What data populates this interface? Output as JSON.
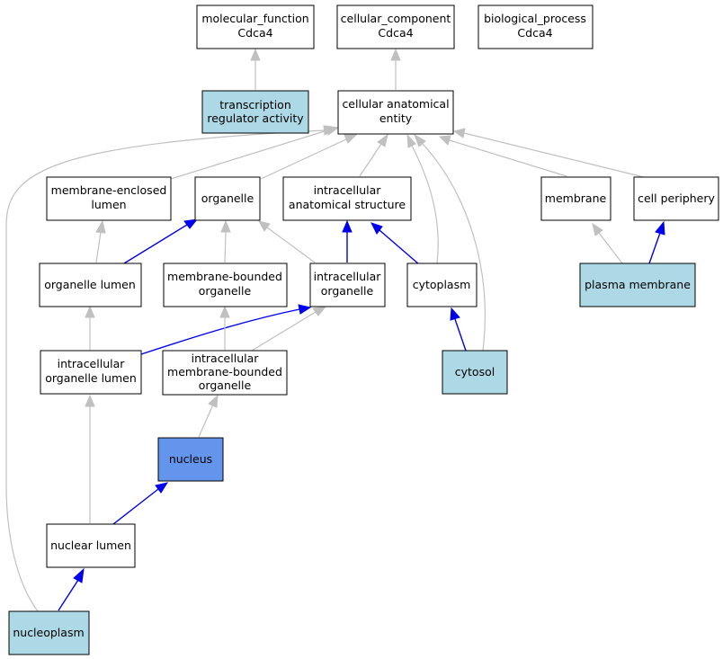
{
  "colors": {
    "default_fill": "#ffffff",
    "annotated_fill": "#add8e6",
    "focus_fill": "#6495ed",
    "is_a_edge": "#c0c0c0",
    "part_of_edge": "#0000ee"
  },
  "nodes": {
    "molecular_function": {
      "lines": [
        "molecular_function",
        "Cdca4"
      ],
      "fill": "default"
    },
    "cellular_component": {
      "lines": [
        "cellular_component",
        "Cdca4"
      ],
      "fill": "default"
    },
    "biological_process": {
      "lines": [
        "biological_process",
        "Cdca4"
      ],
      "fill": "default"
    },
    "transcription_regulator_activity": {
      "lines": [
        "transcription",
        "regulator activity"
      ],
      "fill": "annotated"
    },
    "cellular_anatomical_entity": {
      "lines": [
        "cellular anatomical",
        "entity"
      ],
      "fill": "default"
    },
    "membrane_enclosed_lumen": {
      "lines": [
        "membrane-enclosed",
        "lumen"
      ],
      "fill": "default"
    },
    "organelle": {
      "lines": [
        "organelle"
      ],
      "fill": "default"
    },
    "intracellular_anatomical_structure": {
      "lines": [
        "intracellular",
        "anatomical structure"
      ],
      "fill": "default"
    },
    "membrane": {
      "lines": [
        "membrane"
      ],
      "fill": "default"
    },
    "cell_periphery": {
      "lines": [
        "cell periphery"
      ],
      "fill": "default"
    },
    "organelle_lumen": {
      "lines": [
        "organelle lumen"
      ],
      "fill": "default"
    },
    "membrane_bounded_organelle": {
      "lines": [
        "membrane-bounded",
        "organelle"
      ],
      "fill": "default"
    },
    "intracellular_organelle": {
      "lines": [
        "intracellular",
        "organelle"
      ],
      "fill": "default"
    },
    "cytoplasm": {
      "lines": [
        "cytoplasm"
      ],
      "fill": "default"
    },
    "plasma_membrane": {
      "lines": [
        "plasma membrane"
      ],
      "fill": "annotated"
    },
    "intracellular_organelle_lumen": {
      "lines": [
        "intracellular",
        "organelle lumen"
      ],
      "fill": "default"
    },
    "intracellular_membrane_bounded_organelle": {
      "lines": [
        "intracellular",
        "membrane-bounded",
        "organelle"
      ],
      "fill": "default"
    },
    "cytosol": {
      "lines": [
        "cytosol"
      ],
      "fill": "annotated"
    },
    "nucleus": {
      "lines": [
        "nucleus"
      ],
      "fill": "focus"
    },
    "nuclear_lumen": {
      "lines": [
        "nuclear lumen"
      ],
      "fill": "default"
    },
    "nucleoplasm": {
      "lines": [
        "nucleoplasm"
      ],
      "fill": "annotated"
    }
  },
  "edges": [
    {
      "from": "transcription_regulator_activity",
      "to": "molecular_function",
      "type": "is_a"
    },
    {
      "from": "cellular_anatomical_entity",
      "to": "cellular_component",
      "type": "is_a"
    },
    {
      "from": "membrane_enclosed_lumen",
      "to": "cellular_anatomical_entity",
      "type": "is_a"
    },
    {
      "from": "organelle",
      "to": "cellular_anatomical_entity",
      "type": "is_a"
    },
    {
      "from": "intracellular_anatomical_structure",
      "to": "cellular_anatomical_entity",
      "type": "is_a"
    },
    {
      "from": "cytoplasm",
      "to": "cellular_anatomical_entity",
      "type": "is_a"
    },
    {
      "from": "cytosol",
      "to": "cellular_anatomical_entity",
      "type": "is_a"
    },
    {
      "from": "membrane",
      "to": "cellular_anatomical_entity",
      "type": "is_a"
    },
    {
      "from": "cell_periphery",
      "to": "cellular_anatomical_entity",
      "type": "is_a"
    },
    {
      "from": "nucleoplasm",
      "to": "cellular_anatomical_entity",
      "type": "is_a"
    },
    {
      "from": "organelle_lumen",
      "to": "membrane_enclosed_lumen",
      "type": "is_a"
    },
    {
      "from": "organelle_lumen",
      "to": "organelle",
      "type": "part_of"
    },
    {
      "from": "membrane_bounded_organelle",
      "to": "organelle",
      "type": "is_a"
    },
    {
      "from": "intracellular_organelle",
      "to": "organelle",
      "type": "is_a"
    },
    {
      "from": "intracellular_organelle",
      "to": "intracellular_anatomical_structure",
      "type": "part_of"
    },
    {
      "from": "cytoplasm",
      "to": "intracellular_anatomical_structure",
      "type": "part_of"
    },
    {
      "from": "plasma_membrane",
      "to": "membrane",
      "type": "is_a"
    },
    {
      "from": "plasma_membrane",
      "to": "cell_periphery",
      "type": "part_of"
    },
    {
      "from": "intracellular_organelle_lumen",
      "to": "organelle_lumen",
      "type": "is_a"
    },
    {
      "from": "intracellular_organelle_lumen",
      "to": "intracellular_organelle",
      "type": "part_of"
    },
    {
      "from": "intracellular_membrane_bounded_organelle",
      "to": "membrane_bounded_organelle",
      "type": "is_a"
    },
    {
      "from": "intracellular_membrane_bounded_organelle",
      "to": "intracellular_organelle",
      "type": "is_a"
    },
    {
      "from": "cytosol",
      "to": "cytoplasm",
      "type": "part_of"
    },
    {
      "from": "nucleus",
      "to": "intracellular_membrane_bounded_organelle",
      "type": "is_a"
    },
    {
      "from": "nuclear_lumen",
      "to": "intracellular_organelle_lumen",
      "type": "is_a"
    },
    {
      "from": "nuclear_lumen",
      "to": "nucleus",
      "type": "part_of"
    },
    {
      "from": "nucleoplasm",
      "to": "nuclear_lumen",
      "type": "part_of"
    }
  ]
}
